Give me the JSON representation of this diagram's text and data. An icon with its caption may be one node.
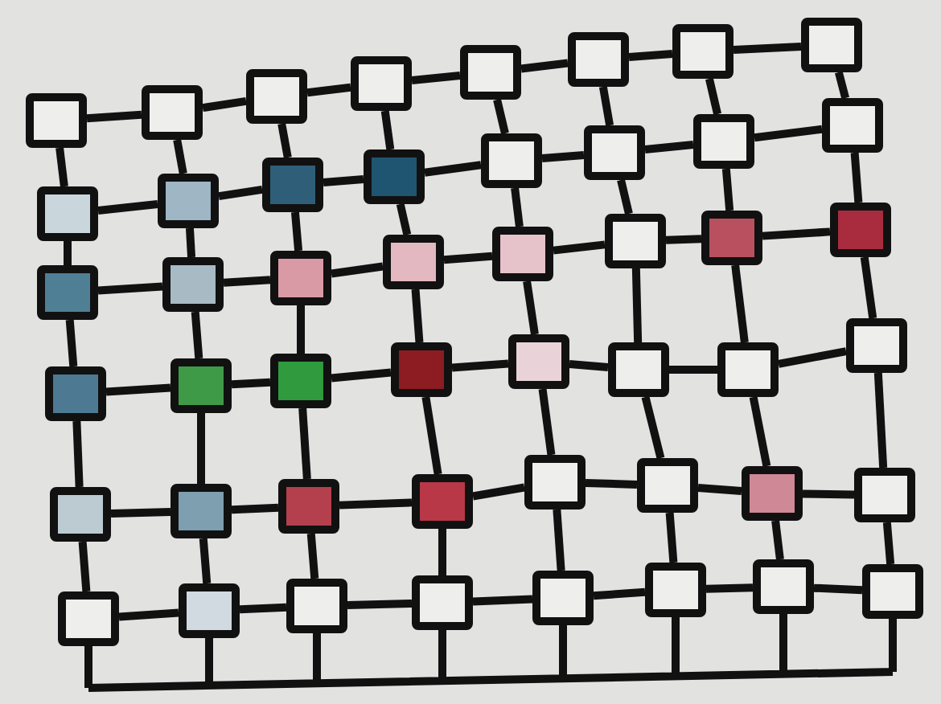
{
  "diagram": {
    "nodes": [
      {
        "text": [],
        "shape": "box"
      },
      {
        "text": [],
        "shape": "box"
      },
      {
        "text": [],
        "shape": "box"
      },
      {
        "text": [],
        "shape": "box"
      },
      {
        "text": [],
        "shape": "box"
      },
      {
        "text": [],
        "shape": "box"
      },
      {
        "text": [],
        "shape": "box"
      },
      {
        "text": [],
        "shape": "box"
      },
      {
        "text": [],
        "shape": "box"
      },
      {
        "text": [],
        "shape": "box"
      },
      {
        "text": [],
        "shape": "box"
      },
      {
        "text": [],
        "shape": "box"
      },
      {
        "text": [],
        "shape": "box"
      },
      {
        "text": [],
        "shape": "box"
      },
      {
        "text": [],
        "shape": "box"
      },
      {
        "text": [],
        "shape": "box"
      },
      {
        "text": [],
        "shape": "box"
      },
      {
        "text": [],
        "shape": "box"
      },
      {
        "text": [],
        "shape": "box"
      },
      {
        "text": [],
        "shape": "box"
      },
      {
        "text": [],
        "shape": "box"
      },
      {
        "text": [],
        "shape": "box"
      },
      {
        "text": [],
        "shape": "box"
      },
      {
        "text": [],
        "shape": "box"
      },
      {
        "text": [],
        "shape": "box"
      },
      {
        "text": [],
        "shape": "box"
      },
      {
        "text": [],
        "shape": "box"
      },
      {
        "text": [],
        "shape": "box"
      },
      {
        "text": [],
        "shape": "box"
      },
      {
        "text": [],
        "shape": "box"
      },
      {
        "text": [],
        "shape": "box"
      },
      {
        "text": [],
        "shape": "box"
      },
      {
        "text": [],
        "shape": "box"
      },
      {
        "text": [],
        "shape": "box"
      },
      {
        "text": [],
        "shape": "box"
      },
      {
        "text": [],
        "shape": "box"
      },
      {
        "text": [],
        "shape": "box"
      },
      {
        "text": [],
        "shape": "box"
      },
      {
        "text": [],
        "shape": "box"
      },
      {
        "text": [],
        "shape": "box"
      },
      {
        "text": [],
        "shape": "box"
      },
      {
        "text": [],
        "shape": "box"
      },
      {
        "text": [],
        "shape": "box"
      },
      {
        "text": [],
        "shape": "box"
      },
      {
        "text": [],
        "shape": "box"
      },
      {
        "text": [],
        "shape": "box"
      },
      {
        "text": [],
        "shape": "box"
      },
      {
        "text": [],
        "shape": "box"
      }
    ],
    "edges": [
      {
        "from": 0,
        "to": 1,
        "arrow": "none"
      },
      {
        "from": 1,
        "to": 2,
        "arrow": "none"
      },
      {
        "from": 2,
        "to": 3,
        "arrow": "none"
      },
      {
        "from": 3,
        "to": 4,
        "arrow": "none"
      },
      {
        "from": 4,
        "to": 5,
        "arrow": "none"
      },
      {
        "from": 5,
        "to": 6,
        "arrow": "none"
      },
      {
        "from": 6,
        "to": 7,
        "arrow": "none"
      },
      {
        "from": 8,
        "to": 9,
        "arrow": "none"
      },
      {
        "from": 9,
        "to": 10,
        "arrow": "none"
      },
      {
        "from": 10,
        "to": 11,
        "arrow": "none"
      },
      {
        "from": 11,
        "to": 12,
        "arrow": "none"
      },
      {
        "from": 12,
        "to": 13,
        "arrow": "none"
      },
      {
        "from": 13,
        "to": 14,
        "arrow": "none"
      },
      {
        "from": 14,
        "to": 15,
        "arrow": "none"
      },
      {
        "from": 16,
        "to": 17,
        "arrow": "none"
      },
      {
        "from": 17,
        "to": 18,
        "arrow": "none"
      },
      {
        "from": 18,
        "to": 19,
        "arrow": "none"
      },
      {
        "from": 19,
        "to": 20,
        "arrow": "none"
      },
      {
        "from": 20,
        "to": 21,
        "arrow": "none"
      },
      {
        "from": 21,
        "to": 22,
        "arrow": "none"
      },
      {
        "from": 22,
        "to": 23,
        "arrow": "none"
      },
      {
        "from": 24,
        "to": 25,
        "arrow": "none"
      },
      {
        "from": 25,
        "to": 26,
        "arrow": "none"
      },
      {
        "from": 26,
        "to": 27,
        "arrow": "none"
      },
      {
        "from": 27,
        "to": 28,
        "arrow": "none"
      },
      {
        "from": 28,
        "to": 29,
        "arrow": "none"
      },
      {
        "from": 29,
        "to": 30,
        "arrow": "none"
      },
      {
        "from": 30,
        "to": 31,
        "arrow": "none"
      },
      {
        "from": 32,
        "to": 33,
        "arrow": "none"
      },
      {
        "from": 33,
        "to": 34,
        "arrow": "none"
      },
      {
        "from": 34,
        "to": 35,
        "arrow": "none"
      },
      {
        "from": 35,
        "to": 36,
        "arrow": "none"
      },
      {
        "from": 36,
        "to": 37,
        "arrow": "none"
      },
      {
        "from": 37,
        "to": 38,
        "arrow": "none"
      },
      {
        "from": 38,
        "to": 39,
        "arrow": "none"
      },
      {
        "from": 40,
        "to": 41,
        "arrow": "none"
      },
      {
        "from": 41,
        "to": 42,
        "arrow": "none"
      },
      {
        "from": 42,
        "to": 43,
        "arrow": "none"
      },
      {
        "from": 43,
        "to": 44,
        "arrow": "none"
      },
      {
        "from": 44,
        "to": 45,
        "arrow": "none"
      },
      {
        "from": 45,
        "to": 46,
        "arrow": "none"
      },
      {
        "from": 46,
        "to": 47,
        "arrow": "none"
      },
      {
        "from": 0,
        "to": 8,
        "arrow": "none"
      },
      {
        "from": 1,
        "to": 9,
        "arrow": "none"
      },
      {
        "from": 2,
        "to": 10,
        "arrow": "none"
      },
      {
        "from": 3,
        "to": 11,
        "arrow": "none"
      },
      {
        "from": 4,
        "to": 12,
        "arrow": "none"
      },
      {
        "from": 5,
        "to": 13,
        "arrow": "none"
      },
      {
        "from": 6,
        "to": 14,
        "arrow": "none"
      },
      {
        "from": 7,
        "to": 15,
        "arrow": "none"
      },
      {
        "from": 8,
        "to": 16,
        "arrow": "none"
      },
      {
        "from": 9,
        "to": 17,
        "arrow": "none"
      },
      {
        "from": 10,
        "to": 18,
        "arrow": "none"
      },
      {
        "from": 11,
        "to": 19,
        "arrow": "none"
      },
      {
        "from": 12,
        "to": 20,
        "arrow": "none"
      },
      {
        "from": 13,
        "to": 21,
        "arrow": "none"
      },
      {
        "from": 14,
        "to": 22,
        "arrow": "none"
      },
      {
        "from": 15,
        "to": 23,
        "arrow": "none"
      },
      {
        "from": 16,
        "to": 24,
        "arrow": "none"
      },
      {
        "from": 17,
        "to": 25,
        "arrow": "none"
      },
      {
        "from": 18,
        "to": 26,
        "arrow": "none"
      },
      {
        "from": 19,
        "to": 27,
        "arrow": "none"
      },
      {
        "from": 20,
        "to": 28,
        "arrow": "none"
      },
      {
        "from": 21,
        "to": 29,
        "arrow": "none"
      },
      {
        "from": 22,
        "to": 30,
        "arrow": "none"
      },
      {
        "from": 23,
        "to": 31,
        "arrow": "none"
      },
      {
        "from": 24,
        "to": 32,
        "arrow": "none"
      },
      {
        "from": 25,
        "to": 33,
        "arrow": "none"
      },
      {
        "from": 26,
        "to": 34,
        "arrow": "none"
      },
      {
        "from": 27,
        "to": 35,
        "arrow": "none"
      },
      {
        "from": 28,
        "to": 36,
        "arrow": "none"
      },
      {
        "from": 29,
        "to": 37,
        "arrow": "none"
      },
      {
        "from": 30,
        "to": 38,
        "arrow": "none"
      },
      {
        "from": 31,
        "to": 39,
        "arrow": "none"
      },
      {
        "from": 32,
        "to": 40,
        "arrow": "none"
      },
      {
        "from": 33,
        "to": 41,
        "arrow": "none"
      },
      {
        "from": 34,
        "to": 42,
        "arrow": "none"
      },
      {
        "from": 35,
        "to": 43,
        "arrow": "none"
      },
      {
        "from": 36,
        "to": 44,
        "arrow": "none"
      },
      {
        "from": 37,
        "to": 45,
        "arrow": "none"
      },
      {
        "from": 38,
        "to": 46,
        "arrow": "none"
      },
      {
        "from": 39,
        "to": 47,
        "arrow": "none"
      }
    ]
  }
}
